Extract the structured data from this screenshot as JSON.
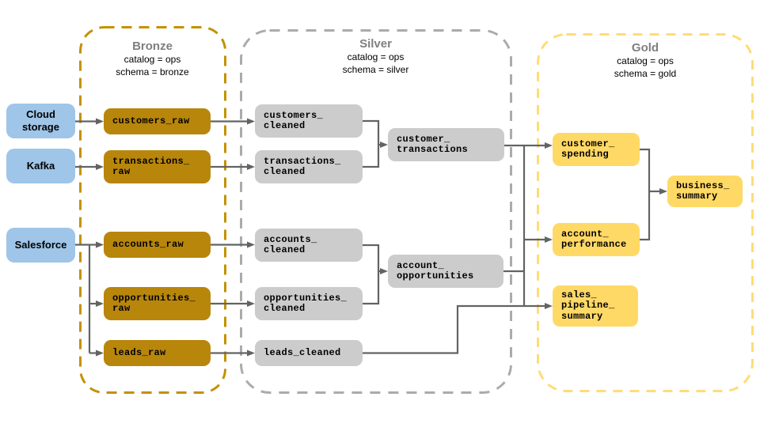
{
  "zones": {
    "bronze": {
      "title": "Bronze",
      "meta_lines": [
        "catalog = ops",
        "schema = bronze"
      ],
      "border_color": "#C49102",
      "table_fill": "#B8860B"
    },
    "silver": {
      "title": "Silver",
      "meta_lines": [
        "catalog = ops",
        "schema = silver"
      ],
      "border_color": "#ABABAB",
      "table_fill": "#CCCCCC"
    },
    "gold": {
      "title": "Gold",
      "meta_lines": [
        "catalog = ops",
        "schema = gold"
      ],
      "border_color": "#FFDC78",
      "table_fill": "#FFD966"
    }
  },
  "sources": {
    "cloud_storage": {
      "label": "Cloud\nstorage"
    },
    "kafka": {
      "label": "Kafka"
    },
    "salesforce": {
      "label": "Salesforce"
    }
  },
  "tables": {
    "customers_raw": {
      "label": "customers_raw"
    },
    "transactions_raw": {
      "label": "transactions_\nraw"
    },
    "accounts_raw": {
      "label": "accounts_raw"
    },
    "opportunities_raw": {
      "label": "opportunities_\nraw"
    },
    "leads_raw": {
      "label": "leads_raw"
    },
    "customers_cleaned": {
      "label": "customers_\ncleaned"
    },
    "transactions_cleaned": {
      "label": "transactions_\ncleaned"
    },
    "customer_transactions": {
      "label": "customer_\ntransactions"
    },
    "accounts_cleaned": {
      "label": "accounts_\ncleaned"
    },
    "opportunities_cleaned": {
      "label": "opportunities_\ncleaned"
    },
    "account_opportunities": {
      "label": "account_\nopportunities"
    },
    "leads_cleaned": {
      "label": "leads_cleaned"
    },
    "customer_spending": {
      "label": "customer_\nspending"
    },
    "account_performance": {
      "label": "account_\nperformance"
    },
    "business_summary": {
      "label": "business_\nsummary"
    },
    "sales_pipeline_summary": {
      "label": "sales_\npipeline_\nsummary"
    }
  },
  "edges": [
    {
      "from": "cloud_storage",
      "to": "customers_raw"
    },
    {
      "from": "kafka",
      "to": "transactions_raw"
    },
    {
      "from": "salesforce",
      "to": "accounts_raw"
    },
    {
      "from": "salesforce",
      "to": "opportunities_raw"
    },
    {
      "from": "salesforce",
      "to": "leads_raw"
    },
    {
      "from": "customers_raw",
      "to": "customers_cleaned"
    },
    {
      "from": "transactions_raw",
      "to": "transactions_cleaned"
    },
    {
      "from": "accounts_raw",
      "to": "accounts_cleaned"
    },
    {
      "from": "opportunities_raw",
      "to": "opportunities_cleaned"
    },
    {
      "from": "leads_raw",
      "to": "leads_cleaned"
    },
    {
      "from": "customers_cleaned",
      "to": "customer_transactions"
    },
    {
      "from": "transactions_cleaned",
      "to": "customer_transactions"
    },
    {
      "from": "accounts_cleaned",
      "to": "account_opportunities"
    },
    {
      "from": "opportunities_cleaned",
      "to": "account_opportunities"
    },
    {
      "from": "customer_transactions",
      "to": "customer_spending"
    },
    {
      "from": "account_opportunities",
      "to": "account_performance"
    },
    {
      "from": "account_opportunities",
      "to": "sales_pipeline_summary"
    },
    {
      "from": "leads_cleaned",
      "to": "sales_pipeline_summary"
    },
    {
      "from": "customer_spending",
      "to": "business_summary"
    },
    {
      "from": "account_performance",
      "to": "business_summary"
    }
  ],
  "colors": {
    "source_fill": "#9FC5E8",
    "arrow": "#636363",
    "zone_title": "#7F7F7F",
    "text": "#000000",
    "background": "#FFFFFF"
  }
}
